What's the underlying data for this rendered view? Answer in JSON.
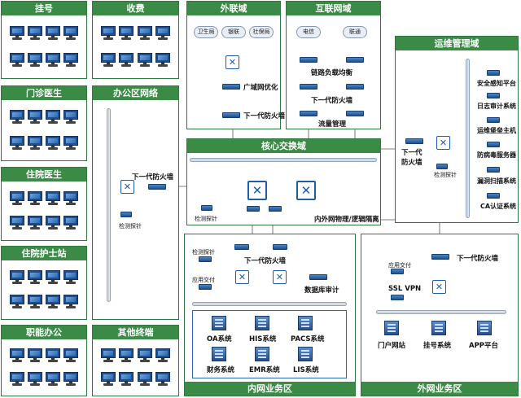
{
  "left_panels": [
    {
      "title": "挂号"
    },
    {
      "title": "门诊医生"
    },
    {
      "title": "住院医生"
    },
    {
      "title": "住院护士站"
    },
    {
      "title": "职能办公"
    }
  ],
  "col2_panels": [
    {
      "title": "收费"
    },
    {
      "title": "其他终端"
    }
  ],
  "office": {
    "title": "办公区网络",
    "firewall": "下一代防火墙",
    "probe": "检测探针"
  },
  "external": {
    "title": "外联域",
    "clouds": [
      "卫生局",
      "银联",
      "社保局"
    ],
    "wan_opt": "广域网优化",
    "firewall": "下一代防火墙"
  },
  "internet": {
    "title": "互联网域",
    "clouds": [
      "电信",
      "联通"
    ],
    "lb": "链路负载均衡",
    "firewall": "下一代防火墙",
    "flow": "流量管理"
  },
  "ops": {
    "title": "运维管理域",
    "firewall": "下一代\n防火墙",
    "probe": "检测探针",
    "items": [
      "安全感知平台",
      "日志审计系统",
      "运维堡垒主机",
      "防病毒服务器",
      "漏洞扫描系统",
      "CA认证系统"
    ]
  },
  "core": {
    "title": "核心交换域",
    "probe": "检测探针",
    "isolation": "内外网物理/逻辑隔离"
  },
  "intranet": {
    "title": "内网业务区",
    "probe": "检测探针",
    "delivery": "应用交付",
    "firewall": "下一代防火墙",
    "db_audit": "数据库审计",
    "systems": [
      "OA系统",
      "HIS系统",
      "PACS系统",
      "财务系统",
      "EMR系统",
      "LIS系统"
    ]
  },
  "extranet": {
    "title": "外网业务区",
    "delivery": "应用交付",
    "ssl": "SSL VPN",
    "firewall": "下一代防火墙",
    "systems": [
      "门户网站",
      "挂号系统",
      "APP平台"
    ]
  }
}
